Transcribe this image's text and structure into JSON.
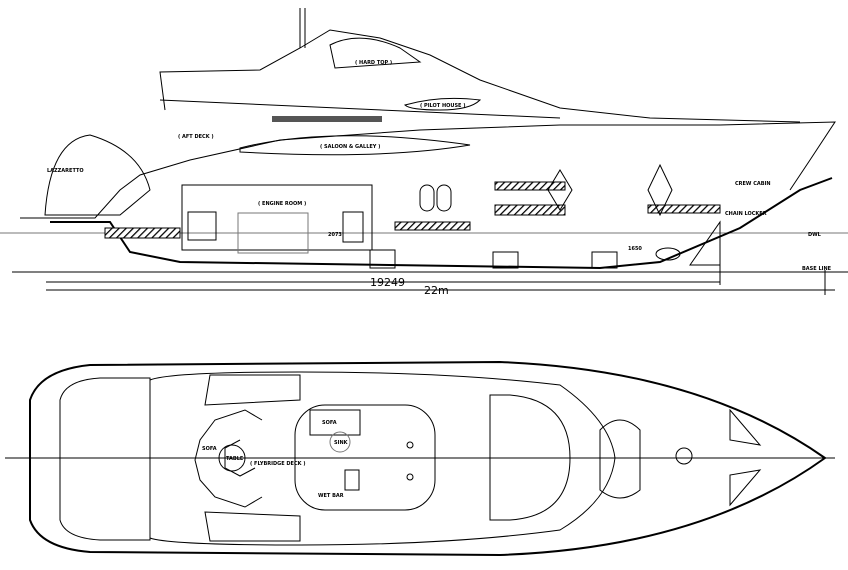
{
  "drawing": {
    "side_profile": {
      "labels": {
        "hard_top": "( HARD TOP )",
        "pilot_house": "( PILOT HOUSE )",
        "aft_deck": "( AFT DECK )",
        "saloon_galley": "( SALOON & GALLEY )",
        "engine_room": "( ENGINE ROOM )",
        "lazzarette": "LAZZARETTO",
        "crew_cabin": "CREW CABIN",
        "chain_locker": "CHAIN LOCKER",
        "dwl": "DWL",
        "base_line": "BASE LINE",
        "height_1": "2073",
        "height_2": "1650"
      },
      "dimensions": {
        "hull_length": "19249",
        "overall_length": "22m"
      }
    },
    "plan_view": {
      "labels": {
        "flybridge_deck": "( FLYBRIDGE DECK )",
        "sofa_1": "SOFA",
        "sofa_2": "SOFA",
        "table": "TABLE",
        "wet_bar": "WET BAR",
        "sink": "SINK"
      }
    }
  }
}
